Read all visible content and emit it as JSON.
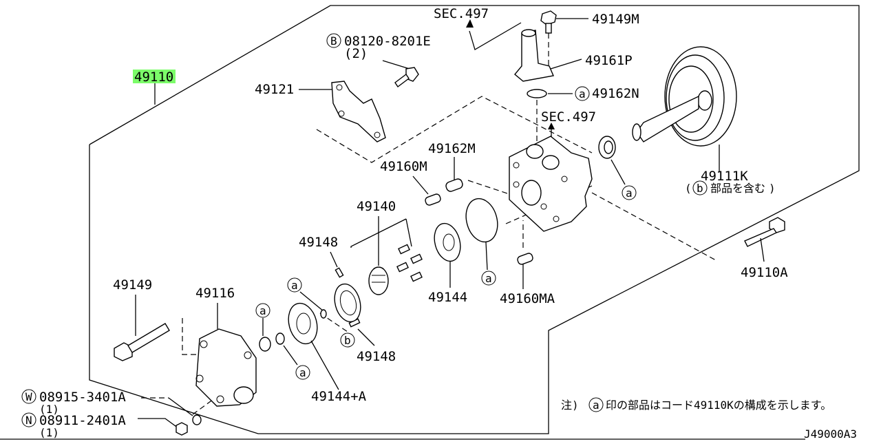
{
  "diagram": {
    "labels": {
      "assembly": "49110",
      "assembly_highlight": "#7CFC6A",
      "sec_top": "SEC.497",
      "sec_mid": "SEC.497",
      "bolt_top": "49149M",
      "bracket_tube": "49161P",
      "oring_top": "49162N",
      "pulley": "49111K",
      "pulley_note": "部品を含む",
      "bolt_b_part": "08120-8201E",
      "bolt_b_qty": "(2)",
      "bracket": "49121",
      "spring": "49162M",
      "valve": "49160M",
      "rotor": "49140",
      "pin_upper": "49148",
      "pin_lower": "49148",
      "plate": "49144",
      "plug": "49160MA",
      "bolt_right": "49110A",
      "bolt_left": "49149",
      "cover": "49116",
      "plate_kit": "49144+A",
      "washer_part": "08915-3401A",
      "washer_qty": "(1)",
      "nut_part": "08911-2401A",
      "nut_qty": "(1)",
      "footnote_pre": "注)",
      "footnote_post": "印の部品はコード49110Kの構成を示します。",
      "drawing_id": "J49000A3"
    },
    "markers": {
      "a": "a",
      "b": "b",
      "B": "B",
      "W": "W",
      "N": "N"
    }
  }
}
